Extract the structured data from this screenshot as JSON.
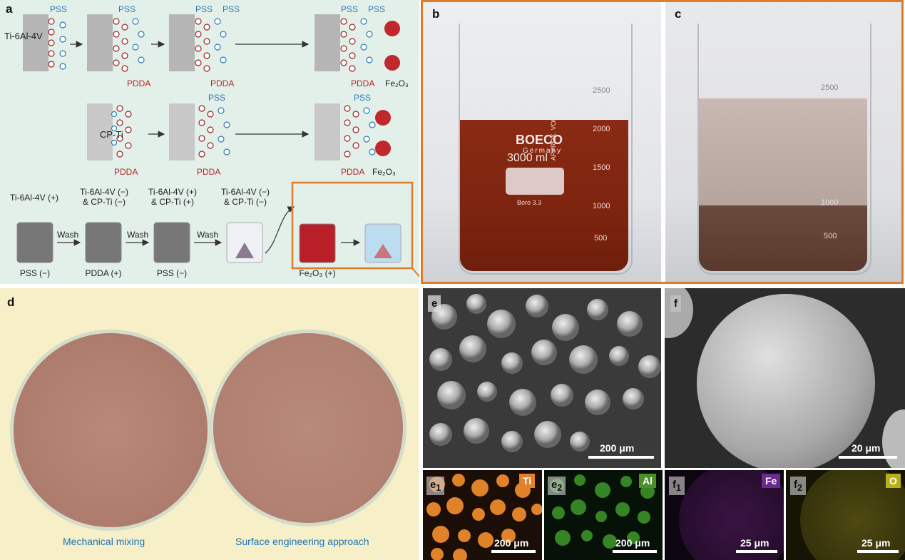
{
  "panel_a": {
    "label": "a",
    "pss": "PSS",
    "pdda": "PDDA",
    "fe2o3": "Fe₂O₃",
    "ti64": "Ti-6Al-4V",
    "cpti": "CP-Ti",
    "beakers": [
      {
        "top": "Ti-6Al-4V (+)",
        "bottom": "PSS (−)"
      },
      {
        "top": "Ti-6Al-4V (−)\n& CP-Ti (−)",
        "bottom": "PDDA (+)"
      },
      {
        "top": "Ti-6Al-4V (+)\n& CP-Ti (+)",
        "bottom": "PSS (−)"
      },
      {
        "top": "Ti-6Al-4V (−)\n& CP-Ti (−)",
        "bottom": ""
      },
      {
        "top": "",
        "bottom": "Fe₂O₃ (+)"
      }
    ],
    "wash": "Wash"
  },
  "panel_b": {
    "label": "b",
    "brand": "BOECO",
    "brand_sub": "Germany",
    "volume": "3000 ml",
    "approx": "APPROX. VOL.",
    "boro": "Boro 3.3",
    "marks": [
      "2500",
      "2000",
      "1500",
      "1000",
      "500"
    ]
  },
  "panel_c": {
    "label": "c",
    "marks": [
      "2500",
      "1000",
      "500"
    ]
  },
  "panel_d": {
    "label": "d",
    "left_caption": "Mechanical mixing",
    "right_caption": "Surface engineering approach"
  },
  "panel_e": {
    "label": "e",
    "scale": "200 μm"
  },
  "panel_f": {
    "label": "f",
    "scale": "20 μm"
  },
  "panel_e1": {
    "label": "e",
    "sub": "1",
    "element": "Ti",
    "scale": "200 μm",
    "color": "#e0822a"
  },
  "panel_e2": {
    "label": "e",
    "sub": "2",
    "element": "Al",
    "scale": "200 μm",
    "color": "#4a8f2a"
  },
  "panel_f1": {
    "label": "f",
    "sub": "1",
    "element": "Fe",
    "scale": "25 μm",
    "color": "#6a2a8f"
  },
  "panel_f2": {
    "label": "f",
    "sub": "2",
    "element": "O",
    "scale": "25 μm",
    "color": "#b8b01a"
  }
}
